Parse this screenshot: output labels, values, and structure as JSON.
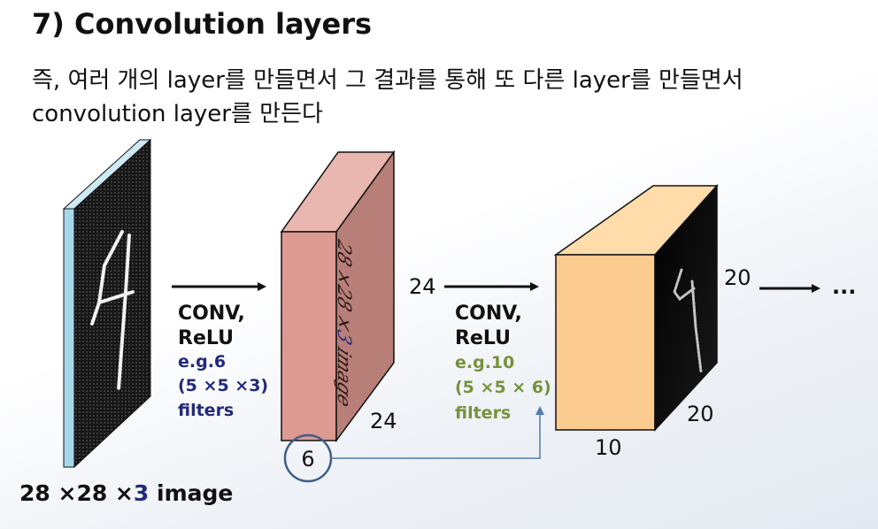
{
  "title": "7) Convolution layers",
  "subtitle_line1": "즉, 여러 개의 layer를 만들면서 그 결과를 통해 또 다른 layer를 만들면서",
  "subtitle_line2": "convolution layer를 만든다",
  "input": {
    "label_part1": "28 ×28 ×",
    "label_part2": "3",
    "label_part3": " image"
  },
  "conv1": {
    "line1": "CONV,",
    "line2": "ReLU",
    "line3": "e.g.6",
    "line4": "(5 ×5 ×3)",
    "line5": "filters"
  },
  "conv2": {
    "line1": "CONV,",
    "line2": "ReLU",
    "line3": "e.g.10",
    "line4": "(5 ×5 × 6)",
    "line5": "filters"
  },
  "box1": {
    "height_label": "24",
    "width_label": "24",
    "depth_label": "6",
    "side_text_a": "28 ×28 ×",
    "side_text_b": "3",
    "side_text_c": " image"
  },
  "box2": {
    "height_label": "20",
    "width_label": "20",
    "depth_label": "10"
  },
  "ellipsis": "...",
  "colors": {
    "navy": "#23297a",
    "olive": "#76923c",
    "ring": "#3f5f8a",
    "box1_front": "#dc9a93",
    "box1_top": "#e9b6b0",
    "box1_side": "#b77f78",
    "box2_front": "#fccb90",
    "box2_top": "#ffdcaa",
    "input_edge": "#a9d7ea"
  }
}
